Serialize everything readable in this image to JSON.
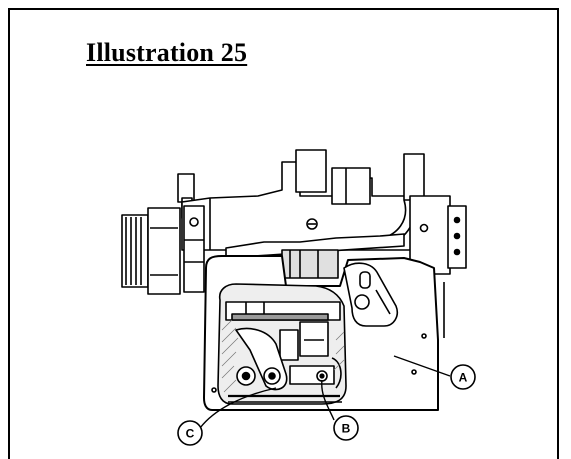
{
  "page": {
    "title": "Illustration 25"
  },
  "callouts": [
    {
      "id": "a",
      "label": "A"
    },
    {
      "id": "b",
      "label": "B"
    },
    {
      "id": "c",
      "label": "C"
    }
  ]
}
